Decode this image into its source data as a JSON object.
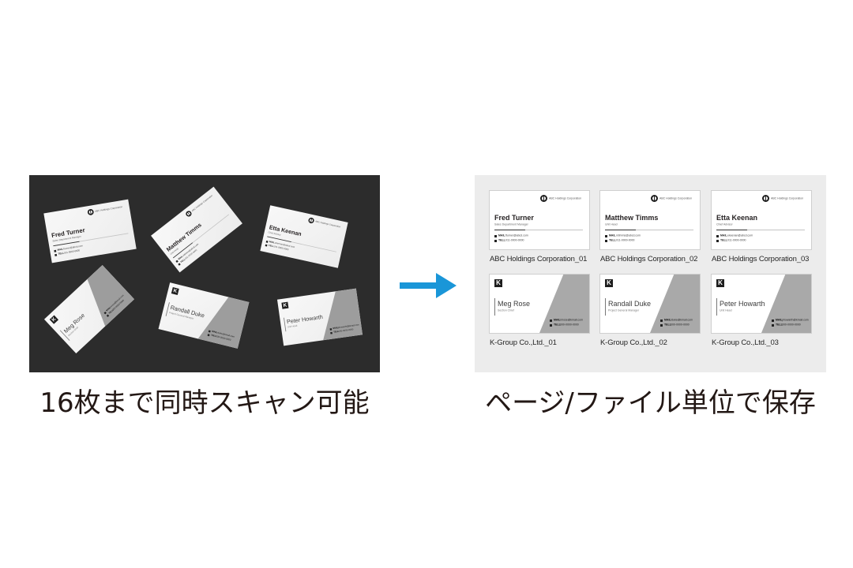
{
  "card_labels": {
    "mail": "MAIL",
    "tel": "TELL"
  },
  "abc": {
    "logo_text": "ABC Holdings Corporation",
    "cards": [
      {
        "name": "Fred Turner",
        "title": "Sales Department Manager",
        "mail": "fturner@abcd.com",
        "tel": "011-0000-0000",
        "file_name": "ABC Holdings Corporation_01"
      },
      {
        "name": "Matthew Timms",
        "title": "Unit Head",
        "mail": "mtimms@abcd.com",
        "tel": "011-0000-0000",
        "file_name": "ABC Holdings Corporation_02"
      },
      {
        "name": "Etta Keenan",
        "title": "Chief Advisor",
        "mail": "ekeenan@abcd.com",
        "tel": "011-0000-0000",
        "file_name": "ABC Holdings Corporation_03"
      }
    ]
  },
  "kgroup": {
    "logo_letter": "K",
    "cards": [
      {
        "name": "Meg Rose",
        "title": "Section Chief",
        "mail": "mrose@kmail.com",
        "tel": "000-0000-0000",
        "file_name": "K-Group Co.,Ltd._01"
      },
      {
        "name": "Randall Duke",
        "title": "Project General Manager",
        "mail": "rduke@kmail.com",
        "tel": "000-0000-0000",
        "file_name": "K-Group Co.,Ltd._02"
      },
      {
        "name": "Peter Howarth",
        "title": "Unit Head",
        "mail": "phowarth@kmail.com",
        "tel": "000-0000-0000",
        "file_name": "K-Group Co.,Ltd._03"
      }
    ]
  },
  "captions": {
    "scan": "16枚まで同時スキャン可能",
    "save": "ページ/ファイル単位で保存"
  },
  "colors": {
    "scan_panel": "#2c2c2c",
    "result_panel": "#ececec",
    "arrow": "#1a96d8",
    "card_accent": "#a9a9a9"
  }
}
